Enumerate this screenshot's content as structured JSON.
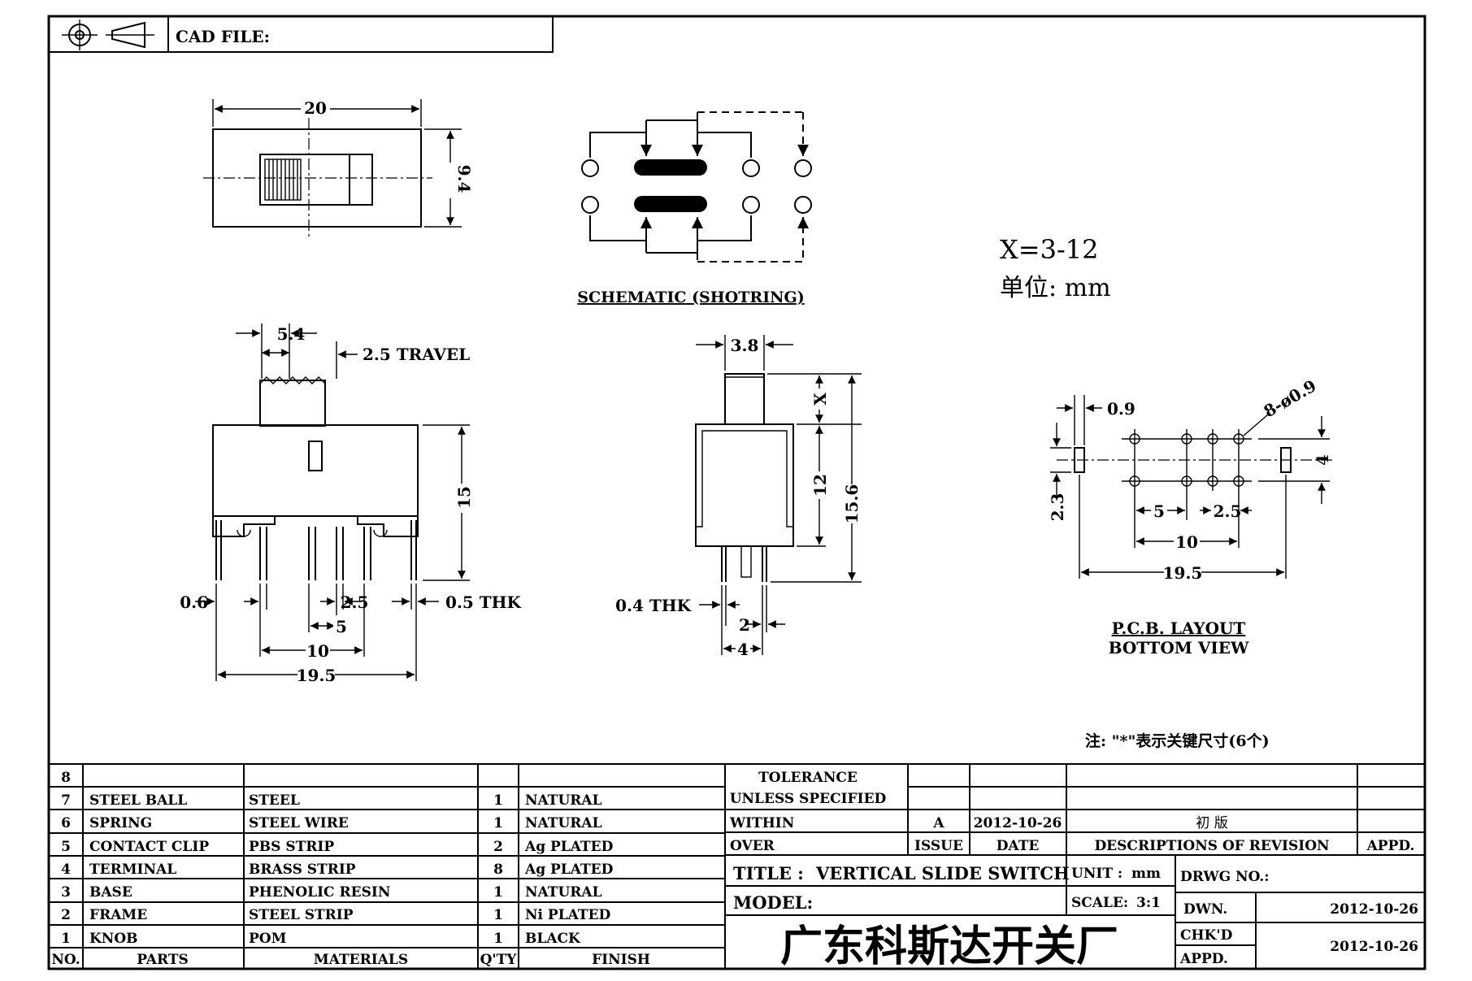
{
  "header": {
    "cad_file_label": "CAD FILE:",
    "projection_icon": "third-angle-projection-icon"
  },
  "top_view": {
    "width_dim": "20",
    "height_dim": "9.4"
  },
  "schematic": {
    "caption": "SCHEMATIC (SHOTRING)"
  },
  "note_range": {
    "formula": "X=3-12",
    "unit_line": "单位: mm"
  },
  "front_view": {
    "dim_knob": "5.4",
    "travel": "2.5 TRAVEL",
    "height": "15",
    "pin_width": "0.6",
    "pitch_small": "2.5",
    "thickness": "0.5 THK",
    "pitch_mid": "5",
    "pitch_wide": "10",
    "overall": "19.5"
  },
  "side_view": {
    "knob_width": "3.8",
    "knob_height": "X",
    "body_height": "12",
    "total_height": "15.6",
    "thickness": "0.4 THK",
    "pin_gap": "2",
    "pin_span": "4"
  },
  "pcb_layout": {
    "slot_width": "0.9",
    "holes": "8-ø0.9",
    "row_gap": "4",
    "slot_offset": "2.3",
    "pitch_mid": "5",
    "pitch_small": "2.5",
    "pitch_wide": "10",
    "overall": "19.5",
    "title_line1": "P.C.B. LAYOUT",
    "title_line2": "BOTTOM VIEW"
  },
  "key_note": "注: \"*\"表示关键尺寸(6个)",
  "bom": {
    "rows": [
      {
        "no": "8",
        "part": "",
        "material": "",
        "qty": "",
        "finish": ""
      },
      {
        "no": "7",
        "part": "STEEL BALL",
        "material": "STEEL",
        "qty": "1",
        "finish": "NATURAL"
      },
      {
        "no": "6",
        "part": "SPRING",
        "material": "STEEL WIRE",
        "qty": "1",
        "finish": "NATURAL"
      },
      {
        "no": "5",
        "part": "CONTACT CLIP",
        "material": "PBS STRIP",
        "qty": "2",
        "finish": "Ag PLATED"
      },
      {
        "no": "4",
        "part": "TERMINAL",
        "material": "BRASS STRIP",
        "qty": "8",
        "finish": "Ag PLATED"
      },
      {
        "no": "3",
        "part": "BASE",
        "material": "PHENOLIC RESIN",
        "qty": "1",
        "finish": "NATURAL"
      },
      {
        "no": "2",
        "part": "FRAME",
        "material": "STEEL STRIP",
        "qty": "1",
        "finish": "Ni PLATED"
      },
      {
        "no": "1",
        "part": "KNOB",
        "material": "POM",
        "qty": "1",
        "finish": "BLACK"
      }
    ],
    "headers": {
      "no": "NO.",
      "part": "PARTS",
      "material": "MATERIALS",
      "qty": "Q'TY",
      "finish": "FINISH"
    }
  },
  "tolerance": {
    "title": "TOLERANCE",
    "subtitle": "UNLESS  SPECIFIED",
    "within": "WITHIN",
    "over": "OVER"
  },
  "revision": {
    "issue_value": "A",
    "date_value": "2012-10-26",
    "description_value": "初  版",
    "issue_label": "ISSUE",
    "date_label": "DATE",
    "description_label": "DESCRIPTIONS OF REVISION",
    "appd_label": "APPD."
  },
  "title_block": {
    "title_label": "TITLE :",
    "title_value": "VERTICAL SLIDE SWITCH",
    "unit_label": "UNIT :",
    "unit_value": "mm",
    "drwg_no_label": "DRWG NO.:",
    "model_label": "MODEL:",
    "scale_label": "SCALE:",
    "scale_value": "3:1",
    "company": "广东科斯达开关厂",
    "dwn_label": "DWN.",
    "dwn_date": "2012-10-26",
    "chkd_label": "CHK'D",
    "chkd_date": "2012-10-26",
    "appd_label": "APPD."
  }
}
